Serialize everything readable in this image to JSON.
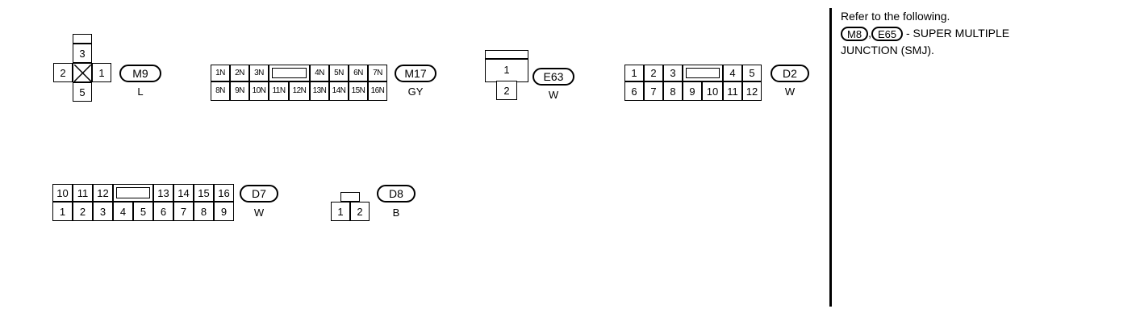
{
  "connectors": [
    {
      "id": "M9",
      "color": "L",
      "terminals": [
        "3",
        "2",
        "1",
        "5"
      ]
    },
    {
      "id": "M17",
      "color": "GY",
      "top_row": [
        "1N",
        "2N",
        "3N",
        "4N",
        "5N",
        "6N",
        "7N"
      ],
      "bottom_row": [
        "8N",
        "9N",
        "10N",
        "11N",
        "12N",
        "13N",
        "14N",
        "15N",
        "16N"
      ]
    },
    {
      "id": "E63",
      "color": "W",
      "terminals": [
        "1",
        "2"
      ]
    },
    {
      "id": "D2",
      "color": "W",
      "top_row": [
        "1",
        "2",
        "3",
        "4",
        "5"
      ],
      "bottom_row": [
        "6",
        "7",
        "8",
        "9",
        "10",
        "11",
        "12"
      ]
    },
    {
      "id": "D7",
      "color": "W",
      "top_row": [
        "10",
        "11",
        "12",
        "13",
        "14",
        "15",
        "16"
      ],
      "bottom_row": [
        "1",
        "2",
        "3",
        "4",
        "5",
        "6",
        "7",
        "8",
        "9"
      ]
    },
    {
      "id": "D8",
      "color": "B",
      "terminals": [
        "1",
        "2"
      ]
    }
  ],
  "note": {
    "line1": "Refer to the following.",
    "ref1": "M8",
    "separator": ",",
    "ref2": "E65",
    "text": "- SUPER MULTIPLE",
    "line3": "JUNCTION (SMJ)."
  }
}
